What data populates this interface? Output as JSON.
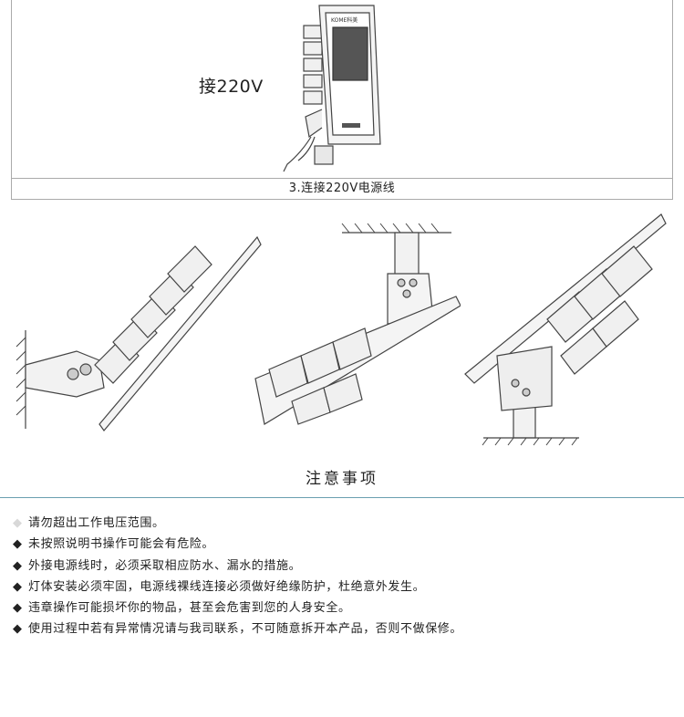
{
  "step": {
    "voltage_label": "接220V",
    "caption": "3.连接220V电源线",
    "fixture_brand": "KOME科美"
  },
  "notice": {
    "title": "注意事项",
    "items": [
      {
        "bullet": "◆",
        "text": "请勿超出工作电压范围。"
      },
      {
        "bullet": "◆",
        "text": "未按照说明书操作可能会有危险。"
      },
      {
        "bullet": "◆",
        "text": "外接电源线时，必须采取相应防水、漏水的措施。"
      },
      {
        "bullet": "◆",
        "text": "灯体安装必须牢固，电源线裸线连接必须做好绝缘防护，杜绝意外发生。"
      },
      {
        "bullet": "◆",
        "text": "违章操作可能损坏你的物品，甚至会危害到您的人身安全。"
      },
      {
        "bullet": "◆",
        "text": "使用过程中若有异常情况请与我司联系，不可随意拆开本产品，否则不做保修。"
      }
    ]
  },
  "colors": {
    "rule": "#6a9fb0",
    "line_art": "#444444"
  }
}
